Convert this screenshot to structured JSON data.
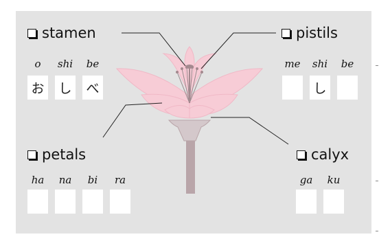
{
  "labels": {
    "stamen": {
      "term": "stamen",
      "romaji": [
        "o",
        "shi",
        "be"
      ],
      "kana": [
        "お",
        "し",
        "べ"
      ]
    },
    "pistils": {
      "term": "pistils",
      "romaji": [
        "me",
        "shi",
        "be"
      ],
      "kana": [
        "",
        "し",
        ""
      ]
    },
    "petals": {
      "term": "petals",
      "romaji": [
        "ha",
        "na",
        "bi",
        "ra"
      ],
      "kana": [
        "",
        "",
        "",
        ""
      ]
    },
    "calyx": {
      "term": "calyx",
      "romaji": [
        "ga",
        "ku"
      ],
      "kana": [
        "",
        ""
      ]
    }
  },
  "colors": {
    "background": "#e3e3e3",
    "petal": "#f7ccd6",
    "petal_outline": "#f0b8c6",
    "stem": "#b9a5a9",
    "leader_line": "#222222",
    "answer_box": "#ffffff"
  }
}
